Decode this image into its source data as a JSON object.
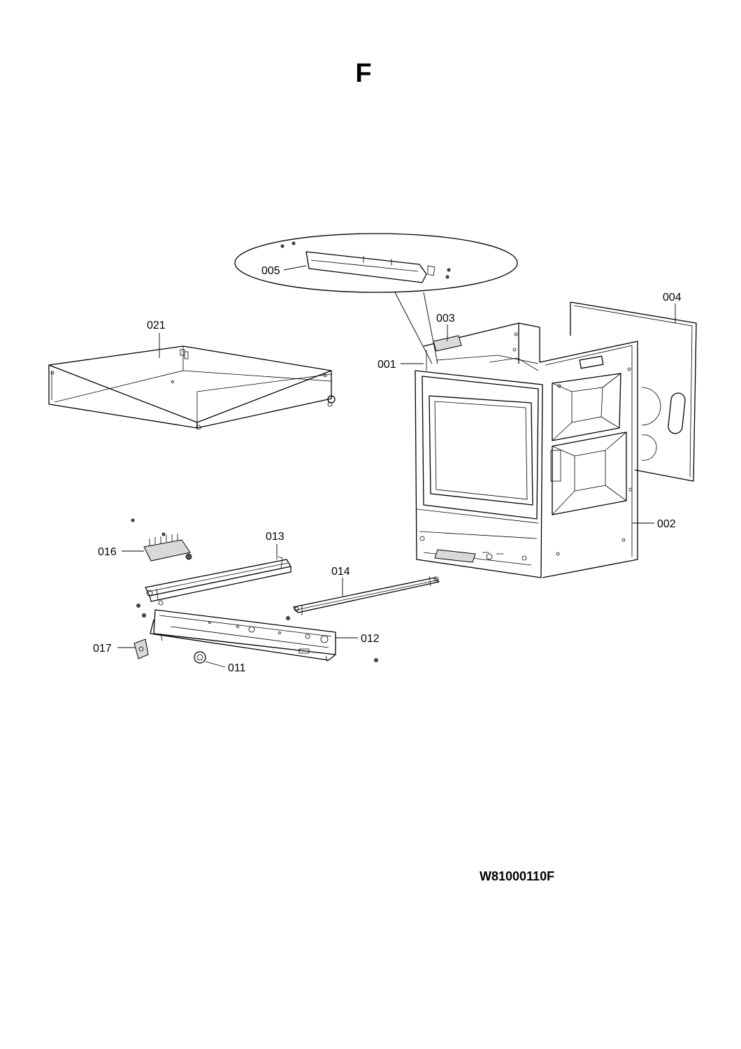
{
  "sheet": {
    "title": "F",
    "drawing_code": "W81000110F"
  },
  "callouts": [
    {
      "id": "c001",
      "label": "001"
    },
    {
      "id": "c002",
      "label": "002"
    },
    {
      "id": "c003",
      "label": "003"
    },
    {
      "id": "c004",
      "label": "004"
    },
    {
      "id": "c005",
      "label": "005"
    },
    {
      "id": "c011",
      "label": "011"
    },
    {
      "id": "c012",
      "label": "012"
    },
    {
      "id": "c013",
      "label": "013"
    },
    {
      "id": "c014",
      "label": "014"
    },
    {
      "id": "c016",
      "label": "016"
    },
    {
      "id": "c017",
      "label": "017"
    },
    {
      "id": "c021",
      "label": "021"
    }
  ]
}
